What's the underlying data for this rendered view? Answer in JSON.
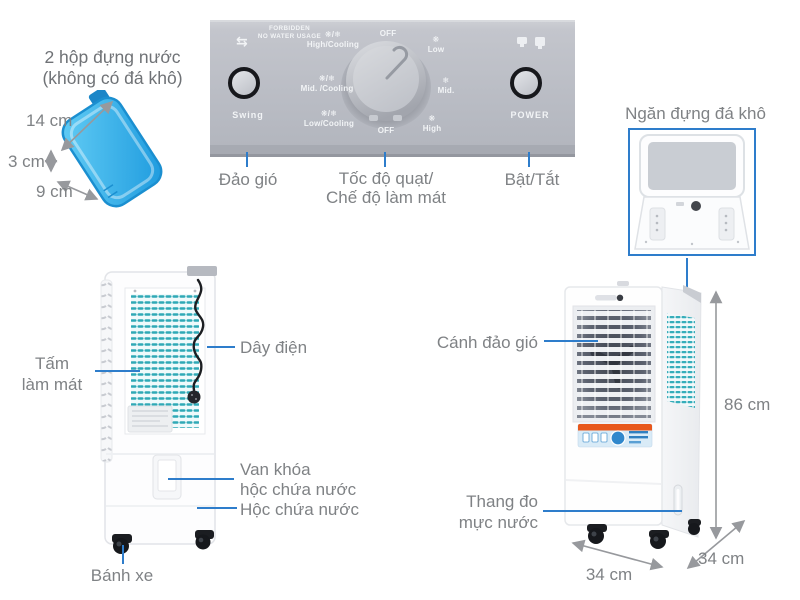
{
  "colors": {
    "accent": "#2e7dcb",
    "label_text": "#7f8285",
    "ice_blue": "#2aa7e6"
  },
  "ice_box": {
    "title_line1": "2 hộp đựng nước",
    "title_line2": "(không có đá khô)",
    "dim_long": "14 cm",
    "dim_thick": "3 cm",
    "dim_short": "9 cm"
  },
  "control_panel": {
    "warning_line1": "FORBIDDEN",
    "warning_line2": "NO WATER USAGE",
    "swing_button": "Swing",
    "power_button": "POWER",
    "knob": {
      "top": "OFF",
      "bottom": "OFF",
      "high_cooling_icons": "❋/❄",
      "high_cooling": "High/Cooling",
      "mid_cooling_icons": "❋/❄",
      "mid_cooling": "Mid. /Cooling",
      "low_cooling_icons": "❋/❄",
      "low_cooling": "Low/Cooling",
      "low_icon": "❋",
      "low": "Low",
      "mid_icon": "❄",
      "mid": "Mid.",
      "high_icon": "❋",
      "high": "High"
    },
    "callouts": {
      "swing": "Đảo gió",
      "knob_line1": "Tốc độ quạt/",
      "knob_line2": "Chế độ làm mát",
      "power": "Bật/Tắt"
    }
  },
  "ice_compartment": {
    "title": "Ngăn đựng đá khô"
  },
  "back_view": {
    "cooling_pad_line1": "Tấm",
    "cooling_pad_line2": "làm mát",
    "power_cord": "Dây điện",
    "valve_line1": "Van khóa",
    "valve_line2": "hộc chứa nước",
    "water_tank": "Hộc chứa nước",
    "wheel": "Bánh xe"
  },
  "front_view": {
    "swing_louver": "Cánh đảo gió",
    "gauge_line1": "Thang đo",
    "gauge_line2": "mực nước",
    "dim_height": "86 cm",
    "dim_width": "34 cm",
    "dim_depth": "34 cm"
  }
}
